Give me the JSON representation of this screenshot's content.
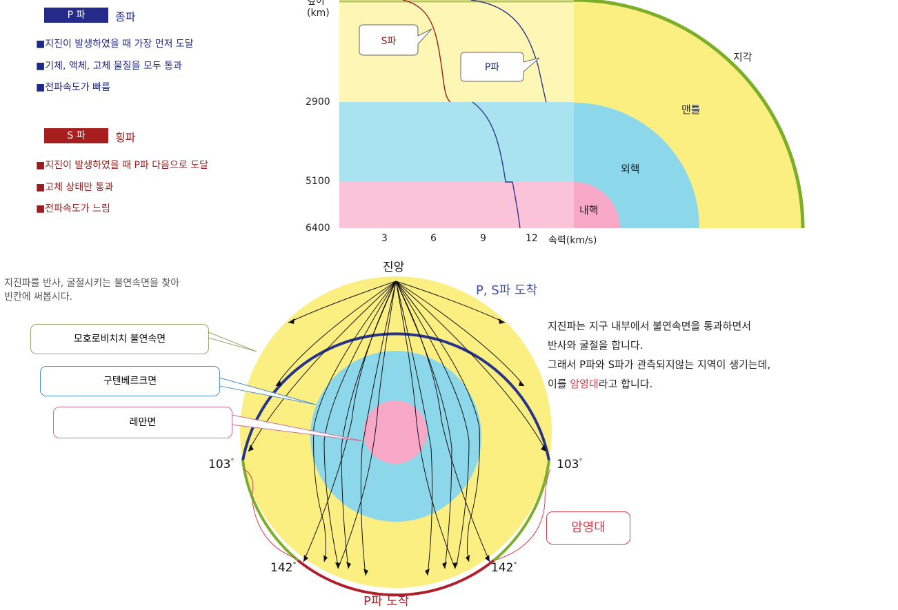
{
  "p_wave": {
    "badge": "P 파",
    "type": "종파",
    "points": [
      "지진이 발생하였을 때 가장 먼저 도달",
      "기체, 액체, 고체 물질을 모두 통과",
      "전파속도가 빠름"
    ]
  },
  "s_wave": {
    "badge": "S 파",
    "type": "횡파",
    "points": [
      "지진이 발생하였을 때 P파 다음으로 도달",
      "고체 상태만 통과",
      "전파속도가 느림"
    ]
  },
  "velocity_chart": {
    "depth_label_line1": "깊이",
    "depth_label_line2": "(km)",
    "depth_ticks": [
      "2900",
      "5100",
      "6400"
    ],
    "speed_ticks": [
      "3",
      "6",
      "9",
      "12"
    ],
    "speed_axis_label": "속력(km/s)",
    "s_callout": "S파",
    "p_callout": "P파",
    "layers": {
      "crust": "지각",
      "mantle": "맨틀",
      "outer_core": "외핵",
      "inner_core": "내핵"
    }
  },
  "earth_diagram": {
    "epicenter": "진앙",
    "ps_arrival": "P, S파 도착",
    "p_arrival": "P파 도착",
    "angle_left_top": "103",
    "angle_right_top": "103",
    "angle_left_bottom": "142",
    "angle_right_bottom": "142",
    "degree_symbol": "°",
    "shadow_zone": "암영대"
  },
  "question": {
    "line1": "지진파를 반사, 굴절시키는 불연속면을 찾아",
    "line2": "빈칸에 써봅시다."
  },
  "boundaries": {
    "moho": "모호로비치치 불연속면",
    "gutenberg": "구텐베르크면",
    "lehmann": "레만면"
  },
  "explanation": {
    "line1": "지진파는 지구 내부에서 불연속면을 통과하면서",
    "line2": "반사와 굴절을 합니다.",
    "line3": "그래서 P파와 S파가 관측되지않는 지역이 생기는데,",
    "line4_prefix": "이를 ",
    "line4_highlight": "암영대",
    "line4_suffix": "라고 합니다."
  },
  "colors": {
    "mantle": "#fbef82",
    "outer_core": "#8dd7ea",
    "inner_core": "#f7a8c6",
    "crust": "#7cae2a",
    "p_wave": "#1f2a86",
    "s_wave": "#9b1c1c",
    "shadow_zone": "#e23a4a"
  }
}
